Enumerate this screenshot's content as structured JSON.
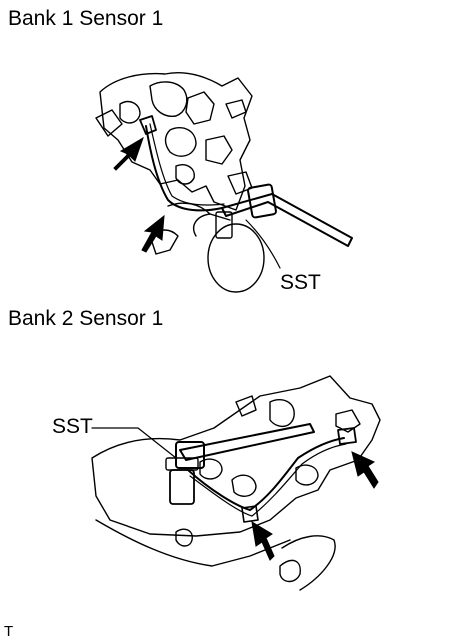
{
  "figure": {
    "section1": {
      "title": "Bank 1 Sensor 1",
      "tool_label": "SST"
    },
    "section2": {
      "title": "Bank 2 Sensor 1",
      "tool_label": "SST"
    },
    "figure_code": "T"
  }
}
